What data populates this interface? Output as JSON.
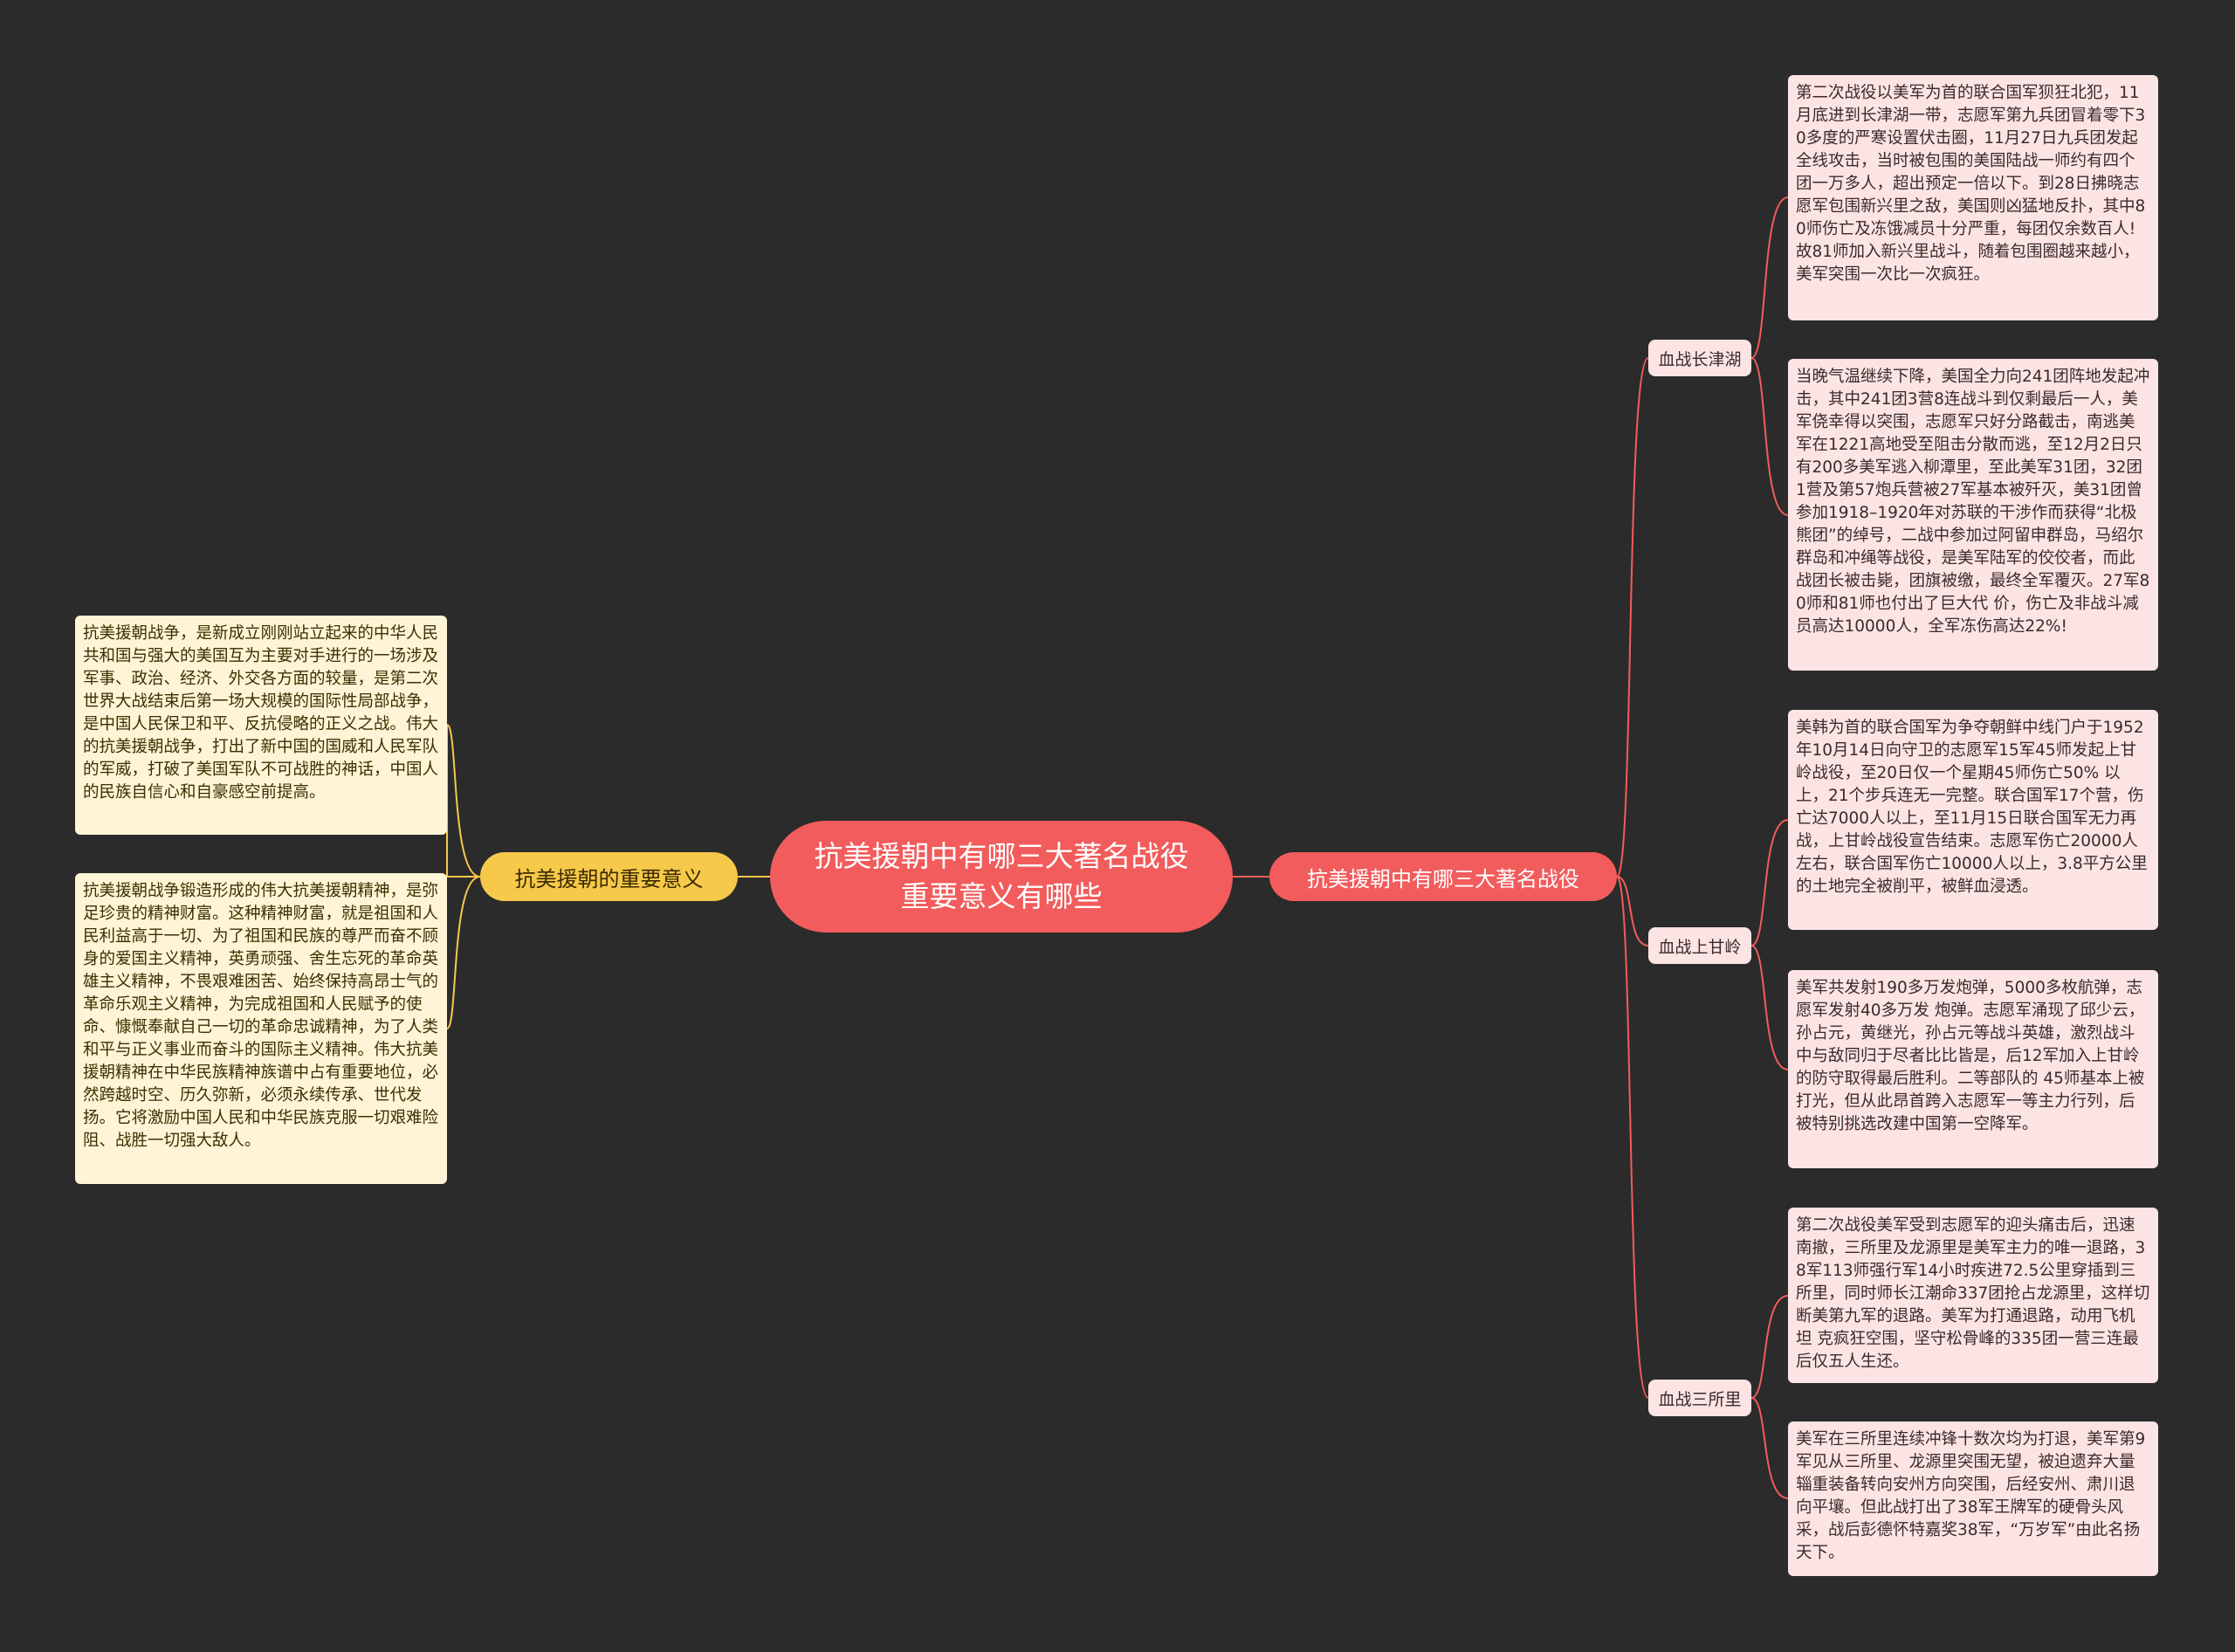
{
  "root": {
    "title": "抗美援朝中有哪三大著名战役 重要意义有哪些"
  },
  "left_branch": {
    "label": "抗美援朝的重要意义",
    "leaves": [
      "抗美援朝战争，是新成立刚刚站立起来的中华人民共和国与强大的美国互为主要对手进行的一场涉及军事、政治、经济、外交各方面的较量，是第二次世界大战结束后第一场大规模的国际性局部战争，是中国人民保卫和平、反抗侵略的正义之战。伟大的抗美援朝战争，打出了新中国的国威和人民军队的军威，打破了美国军队不可战胜的神话，中国人的民族自信心和自豪感空前提高。",
      "抗美援朝战争锻造形成的伟大抗美援朝精神，是弥足珍贵的精神财富。这种精神财富，就是祖国和人民利益高于一切、为了祖国和民族的尊严而奋不顾身的爱国主义精神，英勇顽强、舍生忘死的革命英雄主义精神，不畏艰难困苦、始终保持高昂士气的革命乐观主义精神，为完成祖国和人民赋予的使命、慷慨奉献自己一切的革命忠诚精神，为了人类和平与正义事业而奋斗的国际主义精神。伟大抗美援朝精神在中华民族精神族谱中占有重要地位，必然跨越时空、历久弥新，必须永续传承、世代发扬。它将激励中国人民和中华民族克服一切艰难险阻、战胜一切强大敌人。"
    ]
  },
  "right_branch": {
    "label": "抗美援朝中有哪三大著名战役",
    "battles": [
      {
        "label": "血战长津湖",
        "leaves": [
          "第二次战役以美军为首的联合国军狈狂北犯，11月底进到长津湖一带，志愿军第九兵团冒着零下30多度的严寒设置伏击圈，11月27日九兵团发起全线攻击，当时被包围的美国陆战一师约有四个团一万多人，超出预定一倍以下。到28日拂晓志愿军包围新兴里之敌，美国则凶猛地反扑，其中80师伤亡及冻饿减员十分严重，每团仅余数百人!故81师加入新兴里战斗，随着包围圈越来越小，美军突围一次比一次疯狂。",
          "当晚气温继续下降，美国全力向241团阵地发起冲击，其中241团3营8连战斗到仅剩最后一人，美军侥幸得以突围，志愿军只好分路截击，南逃美军在1221高地受至阻击分散而逃，至12月2日只有200多美军逃入柳潭里，至此美军31团，32团1营及第57炮兵营被27军基本被歼灭，美31团曾参加1918–1920年对苏联的干涉作而获得“北极熊团”的绰号，二战中参加过阿留申群岛，马绍尔群岛和冲绳等战役，是美军陆军的佼佼者，而此战团长被击毙，团旗被缴，最终全军覆灭。27军80师和81师也付出了巨大代 价，伤亡及非战斗减员高达10000人，全军冻伤高达22%!"
        ]
      },
      {
        "label": "血战上甘岭",
        "leaves": [
          "美韩为首的联合国军为争夺朝鲜中线门户于1952年10月14日向守卫的志愿军15军45师发起上甘岭战役，至20日仅一个星期45师伤亡50% 以 上，21个步兵连无一完整。联合国军17个营，伤亡达7000人以上，至11月15日联合国军无力再战，上甘岭战役宣告结束。志愿军伤亡20000人左右，联合国军伤亡10000人以上，3.8平方公里的土地完全被削平，被鲜血浸透。",
          "美军共发射190多万发炮弹，5000多枚航弹，志愿军发射40多万发 炮弹。志愿军涌现了邱少云，孙占元，黄继光，孙占元等战斗英雄，激烈战斗中与敌同归于尽者比比皆是，后12军加入上甘岭的防守取得最后胜利。二等部队的 45师基本上被打光，但从此昂首跨入志愿军一等主力行列，后被特别挑选改建中国第一空降军。"
        ]
      },
      {
        "label": "血战三所里",
        "leaves": [
          "第二次战役美军受到志愿军的迎头痛击后，迅速南撤，三所里及龙源里是美军主力的唯一退路，38军113师强行军14小时疾进72.5公里穿插到三所里，同时师长江潮命337团抢占龙源里，这样切断美第九军的退路。美军为打通退路，动用飞机坦 克疯狂空围，坚守松骨峰的335团一营三连最后仅五人生还。",
          "美军在三所里连续冲锋十数次均为打退，美军第9军见从三所里、龙源里突围无望，被迫遗弃大量辎重装备转向安州方向突围，后经安州、肃川退向平壤。但此战打出了38军王牌军的硬骨头风采，战后彭德怀特嘉奖38军，“万岁军”由此名扬天下。"
        ]
      }
    ]
  },
  "colors": {
    "background": "#2b2b2b",
    "root_fill": "#f25c5c",
    "left_main_fill": "#f7c94a",
    "right_main_fill": "#f25c5c",
    "right_leaf_fill": "#fde4e4",
    "left_leaf_fill": "#fdf5d6",
    "right_line": "#f25c5c",
    "left_line": "#f7c94a"
  }
}
